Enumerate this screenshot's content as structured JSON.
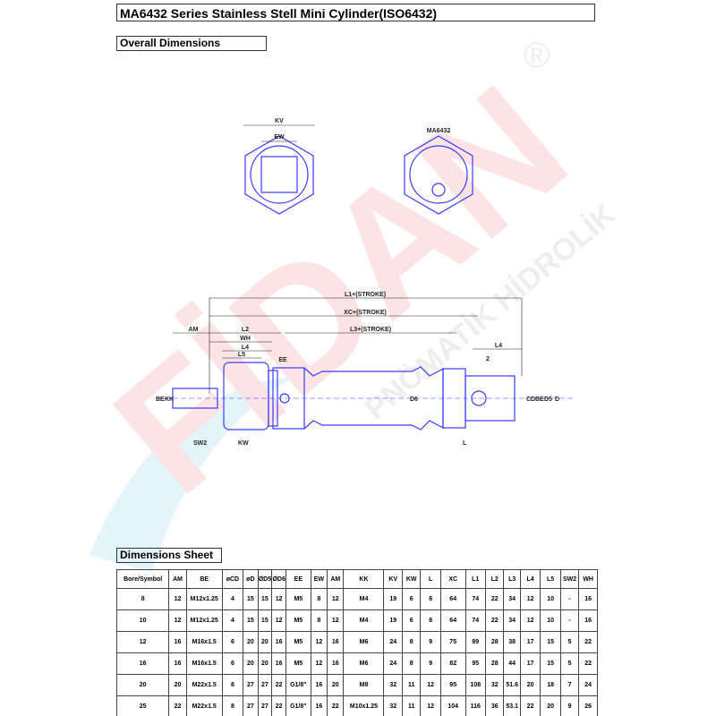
{
  "title": "MA6432 Series Stainless Stell Mini Cylinder(ISO6432)",
  "sections": {
    "overall": "Overall Dimensions",
    "sheet": "Dimensions Sheet"
  },
  "watermark": {
    "brand": "FİDAN",
    "tagline": "PNÖMATİK HİDROLİK",
    "registered": "®"
  },
  "drawing": {
    "end_view_labels": {
      "kv": "KV",
      "ew": "EW",
      "model": "MA6432"
    },
    "side_labels": {
      "l1": "L1+(STROKE)",
      "xc": "XC+(STROKE)",
      "l3": "L3+(STROKE)",
      "am": "AM",
      "l2": "L2",
      "wh": "WH",
      "l4": "L4",
      "l5": "L5",
      "ee": "EE",
      "l4r": "L4",
      "two": "2",
      "be": "BE",
      "kk": "KK",
      "d6": "D6",
      "cd": "CD",
      "be2": "BE",
      "d5": "D5",
      "d": "D",
      "sw2": "SW2",
      "kw": "KW",
      "l": "L"
    }
  },
  "table": {
    "headers": [
      "Bore/Symbol",
      "AM",
      "BE",
      "øCD",
      "øD",
      "ØD5",
      "ØD6",
      "EE",
      "EW",
      "AM",
      "KK",
      "KV",
      "KW",
      "L",
      "XC",
      "L1",
      "L2",
      "L3",
      "L4",
      "L5",
      "SW2",
      "WH"
    ],
    "rows": [
      [
        "8",
        "12",
        "M12x1.25",
        "4",
        "15",
        "15",
        "12",
        "M5",
        "8",
        "12",
        "M4",
        "19",
        "6",
        "6",
        "64",
        "74",
        "22",
        "34",
        "12",
        "10",
        "-",
        "16"
      ],
      [
        "10",
        "12",
        "M12x1.25",
        "4",
        "15",
        "15",
        "12",
        "M5",
        "8",
        "12",
        "M4",
        "19",
        "6",
        "6",
        "64",
        "74",
        "22",
        "34",
        "12",
        "10",
        "-",
        "16"
      ],
      [
        "12",
        "16",
        "M16x1.5",
        "6",
        "20",
        "20",
        "16",
        "M5",
        "12",
        "16",
        "M6",
        "24",
        "8",
        "9",
        "75",
        "89",
        "28",
        "38",
        "17",
        "15",
        "5",
        "22"
      ],
      [
        "16",
        "16",
        "M16x1.5",
        "6",
        "20",
        "20",
        "16",
        "M5",
        "12",
        "16",
        "M6",
        "24",
        "8",
        "9",
        "82",
        "95",
        "28",
        "44",
        "17",
        "15",
        "5",
        "22"
      ],
      [
        "20",
        "20",
        "M22x1.5",
        "8",
        "27",
        "27",
        "22",
        "G1/8\"",
        "16",
        "20",
        "M8",
        "32",
        "11",
        "12",
        "95",
        "108",
        "32",
        "51.6",
        "20",
        "18",
        "7",
        "24"
      ],
      [
        "25",
        "22",
        "M22x1.5",
        "8",
        "27",
        "27",
        "22",
        "G1/8\"",
        "16",
        "22",
        "M10x1.25",
        "32",
        "11",
        "12",
        "104",
        "116",
        "36",
        "53.1",
        "22",
        "20",
        "9",
        "26"
      ]
    ]
  },
  "colors": {
    "line": "#3b3bff",
    "brand_red": "#e8202a",
    "brand_blue": "#2aa7e0"
  }
}
